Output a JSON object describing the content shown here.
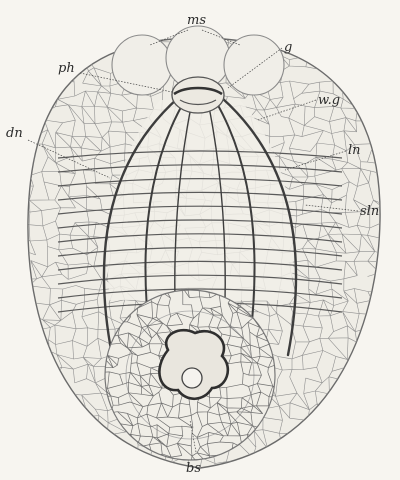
{
  "figure": {
    "labels": {
      "ms": "ms",
      "g": "g",
      "ph": "ph",
      "wg": "w.g",
      "dn": "dn",
      "ln": "ln",
      "sln": "sln",
      "bs": "bs"
    }
  }
}
